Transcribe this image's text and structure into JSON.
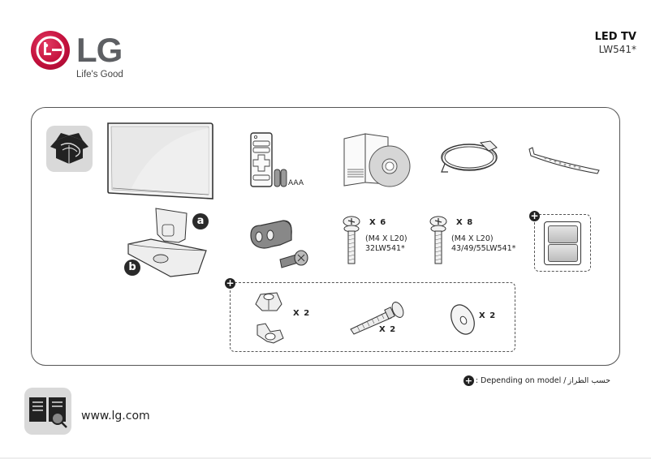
{
  "header": {
    "brand": "LG",
    "tagline": "Life's Good",
    "product_type": "LED TV",
    "model": "LW541*"
  },
  "accessories": {
    "icon": "box-open-icon",
    "items": [
      {
        "name": "tv-set",
        "icon": "tv-icon"
      },
      {
        "name": "remote-control",
        "icon": "remote-icon",
        "label": "AAA"
      },
      {
        "name": "owners-manual-cd",
        "icon": "manual-cd-icon"
      },
      {
        "name": "power-cord",
        "icon": "cable-icon"
      },
      {
        "name": "cable-tie",
        "icon": "cable-tie-icon"
      },
      {
        "name": "stand",
        "icon": "stand-icon",
        "parts": [
          "a",
          "b"
        ]
      },
      {
        "name": "cable-holder-and-screw",
        "icon": "cable-holder-icon"
      },
      {
        "name": "screw-32",
        "icon": "screw-icon",
        "qty": "X 6",
        "spec": "(M4 X L20)",
        "models": "32LW541*"
      },
      {
        "name": "screw-43-49-55",
        "icon": "screw-icon",
        "qty": "X 8",
        "spec": "(M4 X L20)",
        "models": "43/49/55LW541*"
      },
      {
        "name": "battery-pack",
        "icon": "battery-icon",
        "optional": true
      }
    ],
    "optional_group": [
      {
        "name": "nut-and-wing-nut",
        "icon": "wing-nut-icon",
        "qty": "X 2"
      },
      {
        "name": "bolt",
        "icon": "bolt-icon",
        "qty": "X 2"
      },
      {
        "name": "washer",
        "icon": "washer-icon",
        "qty": "X 2"
      }
    ]
  },
  "footnote": {
    "symbol": "+",
    "text": ": Depending on model / ",
    "arabic": "حسب الطراز"
  },
  "footer": {
    "icon": "manual-search-icon",
    "url": "www.lg.com"
  },
  "colors": {
    "lg_red": "#c3103c",
    "lg_gray": "#5d5f63",
    "icon_bg": "#d9d9d9",
    "line": "#555555"
  }
}
